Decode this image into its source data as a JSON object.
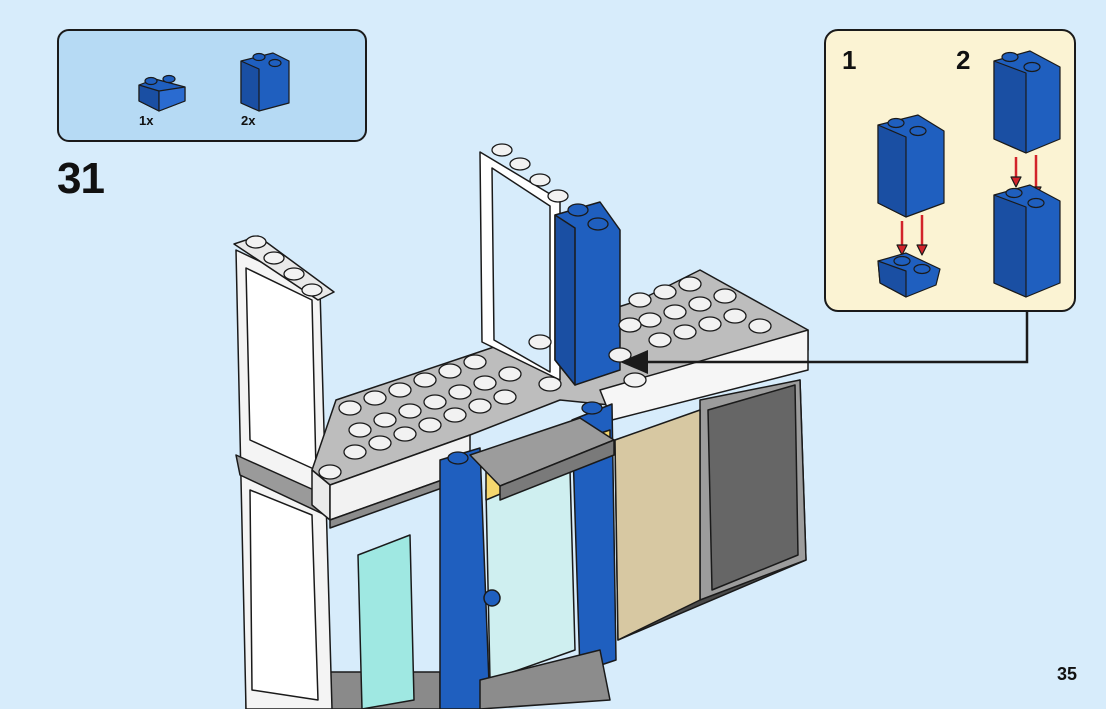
{
  "step": {
    "number": "31",
    "page_number": "35"
  },
  "parts_list": {
    "items": [
      {
        "quantity": "1x",
        "piece": "blue-slope-brick-icon"
      },
      {
        "quantity": "2x",
        "piece": "blue-brick-1x2x2-icon"
      }
    ]
  },
  "sub_assembly": {
    "steps": [
      "1",
      "2"
    ]
  },
  "colors": {
    "background": "#d7ecfb",
    "parts_box": "#b6daf4",
    "sub_box": "#fbf3d3",
    "brick_blue": "#1f5fbf",
    "arrow_red": "#d2232a"
  }
}
